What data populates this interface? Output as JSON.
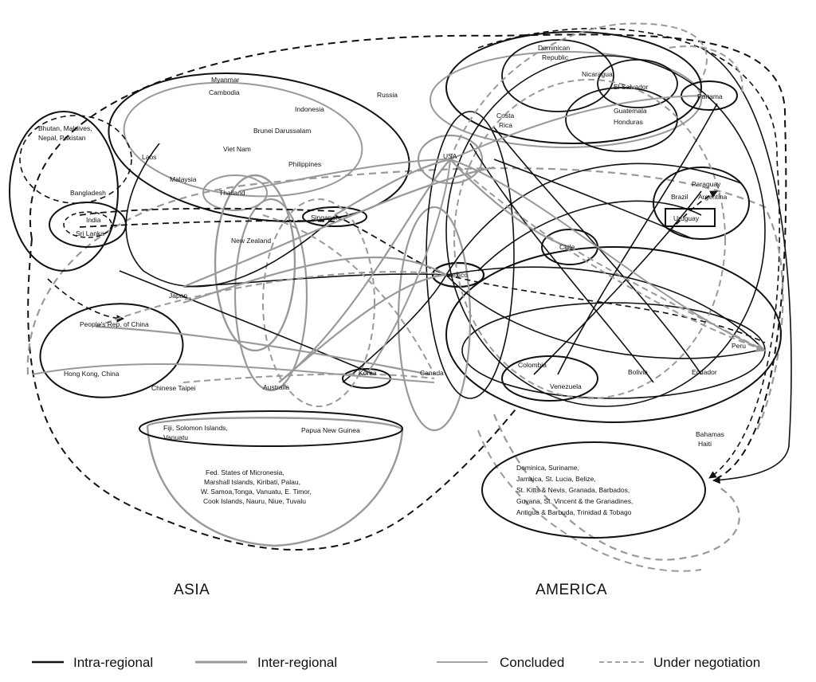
{
  "regions": {
    "asia": "ASIA",
    "america": "AMERICA"
  },
  "legend": {
    "intra": "Intra-regional",
    "inter": "Inter-regional",
    "concluded": "Concluded",
    "negotiation": "Under negotiation"
  },
  "asia_labels": {
    "myanmar": "Myanmar",
    "cambodia": "Cambodia",
    "indonesia": "Indonesia",
    "russia": "Russia",
    "brunei": "Brunei Darussalam",
    "vietnam": "Viet Nam",
    "philippines": "Philippines",
    "bhutan_line1": "Bhutan, Maldives,",
    "bhutan_line2": "Nepal, Pakistan",
    "laos": "Laos",
    "malaysia": "Malaysia",
    "thailand": "Thailand",
    "bangladesh": "Bangladesh",
    "india": "India",
    "srilanka": "Sri Lanka",
    "singapore": "Singapore",
    "newzealand": "New Zealand",
    "japan": "Japan",
    "china": "People's Rep. of China",
    "hongkong": "Hong Kong, China",
    "taipei": "Chinese Taipei",
    "australia": "Australia",
    "korea": "Korea",
    "fiji_line1": "Fiji, Solomon Islands,",
    "fiji_line2": "Vanuatu",
    "png": "Papua New Guinea",
    "pacific_line1": "Fed. States of Micronesia,",
    "pacific_line2": "Marshall Islands, Kiribati, Palau,",
    "pacific_line3": "W. Samoa,Tonga, Vanuatu, E. Timor,",
    "pacific_line4": "Cook Islands, Nauru, Niue, Tuvalu"
  },
  "america_labels": {
    "dominican_line1": "Dominican",
    "dominican_line2": "Republic",
    "nicaragua": "Nicaragua",
    "elsalvador": "El Salvador",
    "panama": "Panama",
    "costarica_line1": "Costa",
    "costarica_line2": "Rica",
    "guatemala": "Guatemala",
    "honduras": "Honduras",
    "usa": "USA",
    "paraguay": "Paraguay",
    "brazil": "Brazil",
    "argentina": "Argentina",
    "uruguay": "Uruguay",
    "chile": "Chile",
    "mexico": "Mexico",
    "canada": "Canada",
    "peru": "Peru",
    "colombia": "Colombia",
    "venezuela": "Venezuela",
    "bolivia": "Bolivia",
    "ecuador": "Ecuador",
    "bahamas_line1": "Bahamas",
    "bahamas_line2": "Haiti",
    "caribbean_line1": "Dominica, Suriname,",
    "caribbean_line2": "Jamaica, St. Lucia, Belize,",
    "caribbean_line3": "St. Kitts & Nevis, Granada, Barbados,",
    "caribbean_line4": "Guyana, St. Vincent & the Granadines,",
    "caribbean_line5": "Antigua & Barbuda, Trinidad & Tobago"
  },
  "colors": {
    "intra": "#111111",
    "inter": "#9a9a9a",
    "background": "#ffffff"
  }
}
